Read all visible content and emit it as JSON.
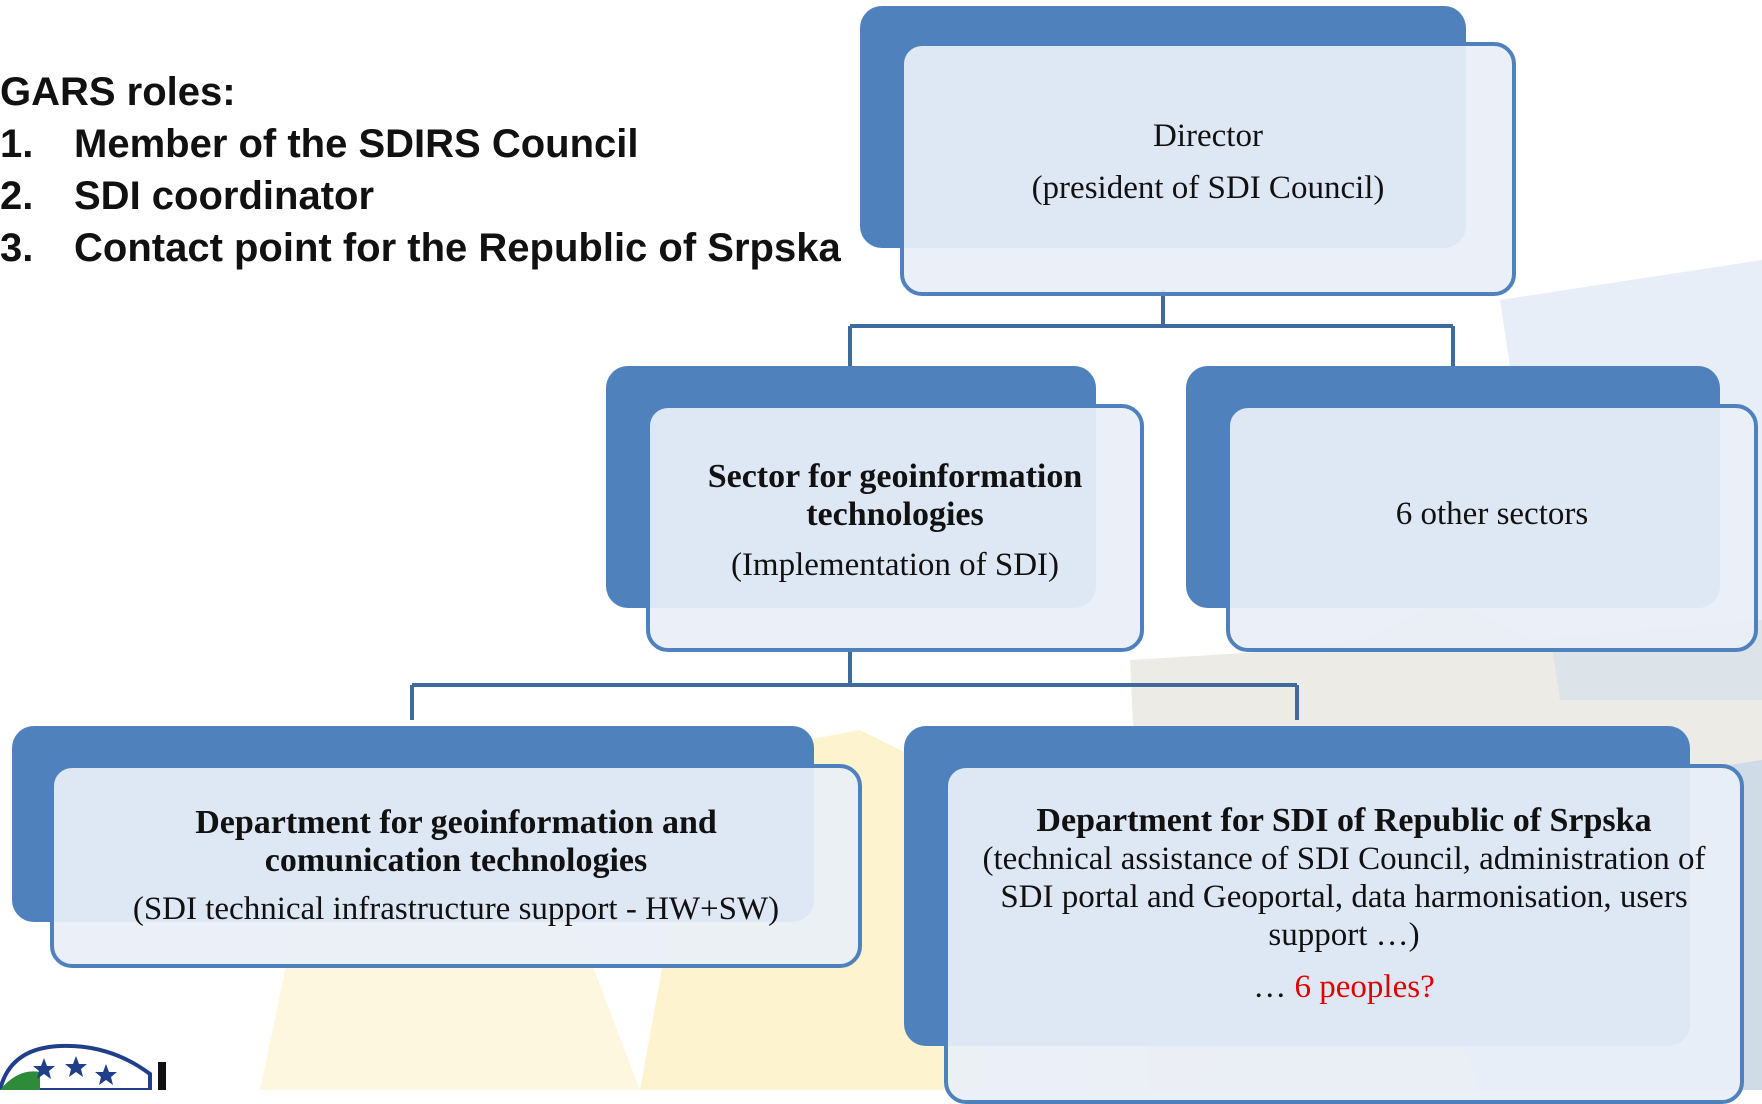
{
  "roles": {
    "heading": "GARS roles:",
    "items": [
      {
        "num": "1.",
        "text": "Member of the SDIRS Council"
      },
      {
        "num": "2.",
        "text": "SDI coordinator"
      },
      {
        "num": "3.",
        "text": "Contact point for the Republic of Srpska"
      }
    ]
  },
  "director": {
    "line1": "Director",
    "line2": "(president of SDI Council)"
  },
  "sector_geo": {
    "title": "Sector for geoinformation technologies",
    "subtitle": "(Implementation of SDI)"
  },
  "other_sectors": {
    "label": "6 other sectors"
  },
  "dept_ict": {
    "title": "Department for geoinformation and comunication technologies",
    "subtitle": "(SDI technical infrastructure support - HW+SW)"
  },
  "dept_sdi": {
    "title": "Department for SDI of Republic of Srpska",
    "subtitle": "(technical assistance of SDI Council, administration of SDI portal and Geoportal, data harmonisation, users support …)",
    "note_prefix": "… ",
    "note_highlight": "6 peoples?"
  },
  "colors": {
    "box_blue": "#4f81bd",
    "box_fill": "#e9eff8",
    "highlight_red": "#e00000"
  }
}
